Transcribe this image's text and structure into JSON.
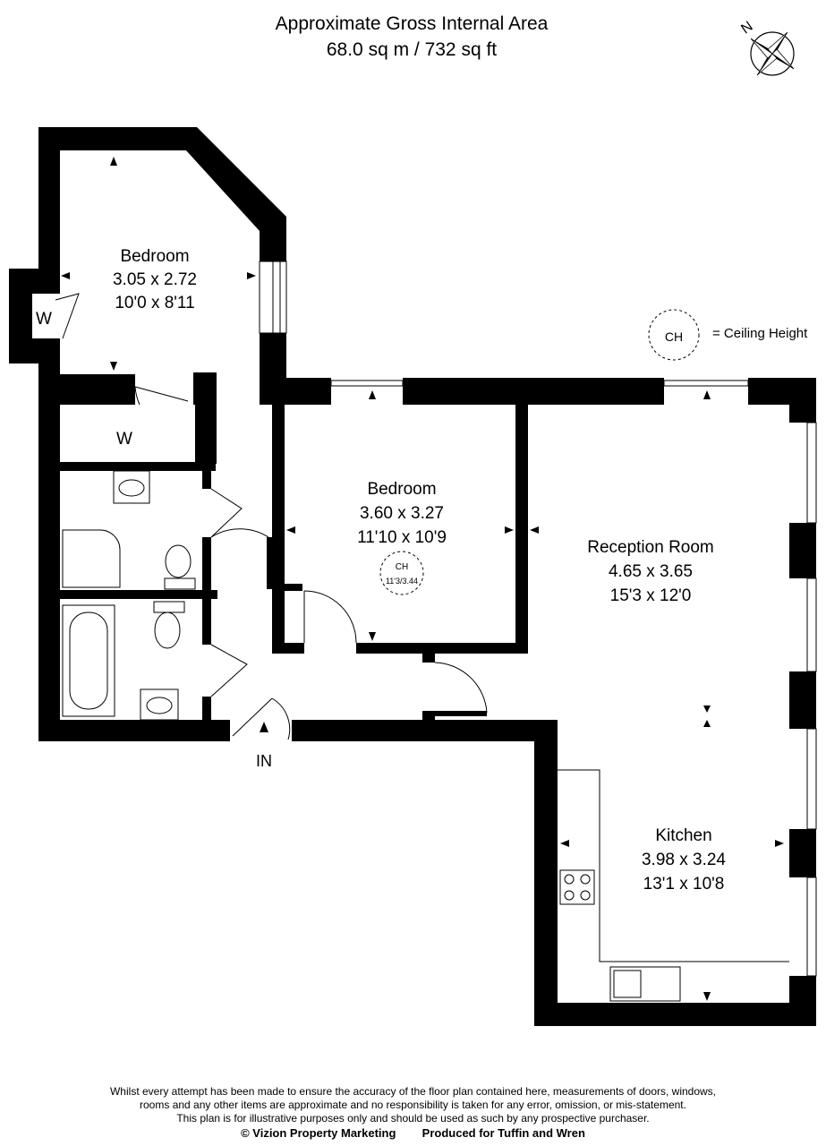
{
  "header": {
    "area_title": "Approximate Gross Internal Area",
    "area_value": "68.0 sq m / 732 sq ft"
  },
  "compass": {
    "label": "N"
  },
  "legend": {
    "symbol": "CH",
    "text": "= Ceiling Height"
  },
  "rooms": [
    {
      "name": "Bedroom",
      "metric": "3.05 x 2.72",
      "imperial": "10'0 x 8'11"
    },
    {
      "name": "Bedroom",
      "metric": "3.60 x 3.27",
      "imperial": "11'10 x 10'9"
    },
    {
      "name": "Reception Room",
      "metric": "4.65 x 3.65",
      "imperial": "15'3 x 12'0"
    },
    {
      "name": "Kitchen",
      "metric": "3.98 x 3.24",
      "imperial": "13'1 x 10'8"
    }
  ],
  "wardrobes": [
    "W",
    "W"
  ],
  "ceiling_marker": {
    "symbol": "CH",
    "value": "11'3/3.44"
  },
  "entrance": "IN",
  "disclaimer": {
    "line1": "Whilst every attempt has been made to ensure the accuracy of the floor plan contained here, measurements of doors, windows,",
    "line2": "rooms and any other items are approximate and no responsibility is taken for any error, omission, or mis-statement.",
    "line3": "This plan is for illustrative purposes only and should be used as such by any prospective purchaser.",
    "copyright": "© Vizion Property Marketing",
    "produced": "Produced for Tuffin and Wren"
  }
}
